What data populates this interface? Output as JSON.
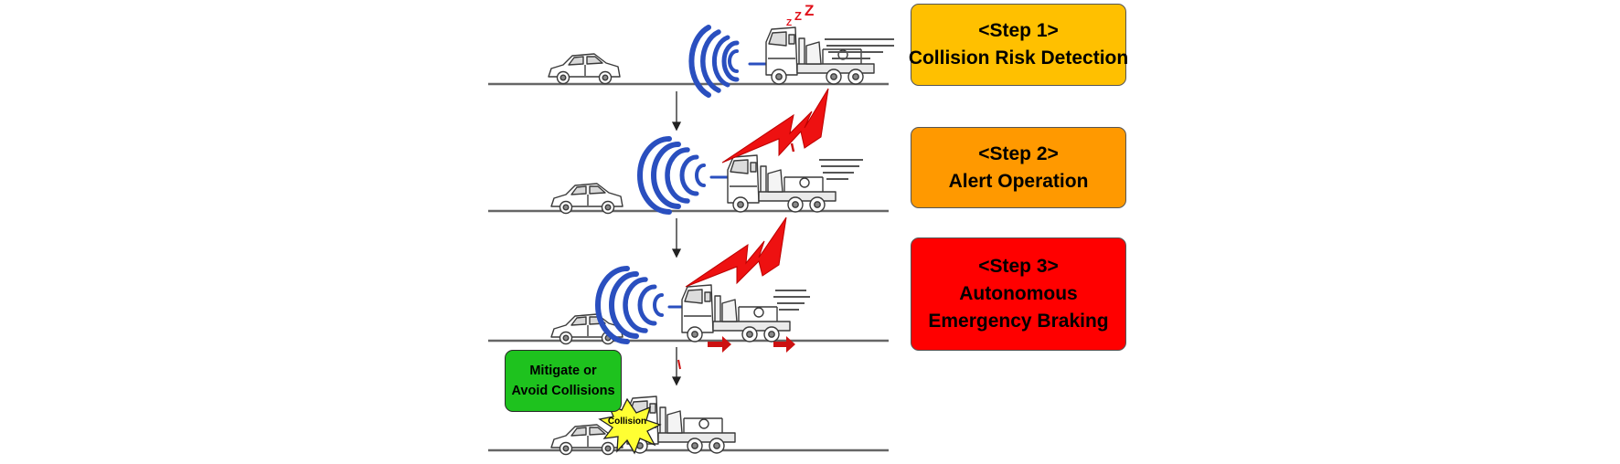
{
  "steps": [
    {
      "label": "<Step 1>",
      "lines": [
        "Collision Risk Detection"
      ],
      "color": "#ffc000"
    },
    {
      "label": "<Step 2>",
      "lines": [
        "Alert Operation"
      ],
      "color": "#ff9900"
    },
    {
      "label": "<Step 3>",
      "lines": [
        "Autonomous",
        "Emergency Braking"
      ],
      "color": "#ff0000"
    }
  ],
  "callout": {
    "line1": "Mitigate or",
    "line2": "Avoid Collisions",
    "color": "#1ec21e"
  },
  "burst": {
    "label": "Collision",
    "color": "#ffff33"
  },
  "snooze": [
    "Z",
    "Z",
    "Z"
  ],
  "colors": {
    "sensor_waves": "#2a4fbf",
    "lightning": "#ee1111",
    "brake_arrow": "#cc1111"
  }
}
